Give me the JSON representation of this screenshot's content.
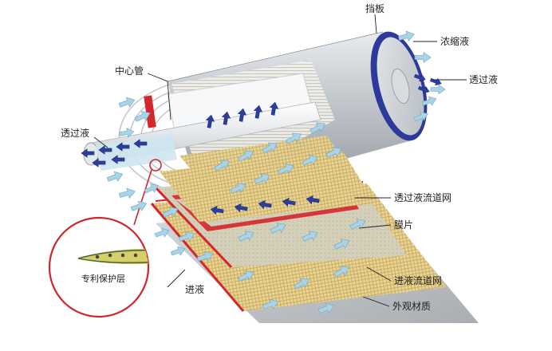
{
  "labels": {
    "baffle": "挡板",
    "concentrate": "浓缩液",
    "permeate_right": "透过液",
    "center_tube": "中心管",
    "permeate_left": "透过液",
    "permeate_spacer": "透过液流道网",
    "membrane": "膜片",
    "feed_spacer": "进液流道网",
    "outer_wrap": "外观材质",
    "feed": "进液",
    "protective_layer": "专利保护层"
  },
  "colors": {
    "background": "#ffffff",
    "shell": "#a8aeb4",
    "end_cap_ring": "#2d3a9a",
    "spacer_mesh": "#e3cf8e",
    "membrane_sheet": "#cfcab4",
    "red_accent": "#d5262b",
    "arrow_light_blue": "#a9d4e8",
    "arrow_dark_blue": "#2c3e9e",
    "callout_circle": "#d0262b",
    "leader_line": "#222222"
  },
  "icons": {
    "flow_arrow": "flow-arrow-icon",
    "permeate_arrow": "permeate-arrow-icon"
  }
}
